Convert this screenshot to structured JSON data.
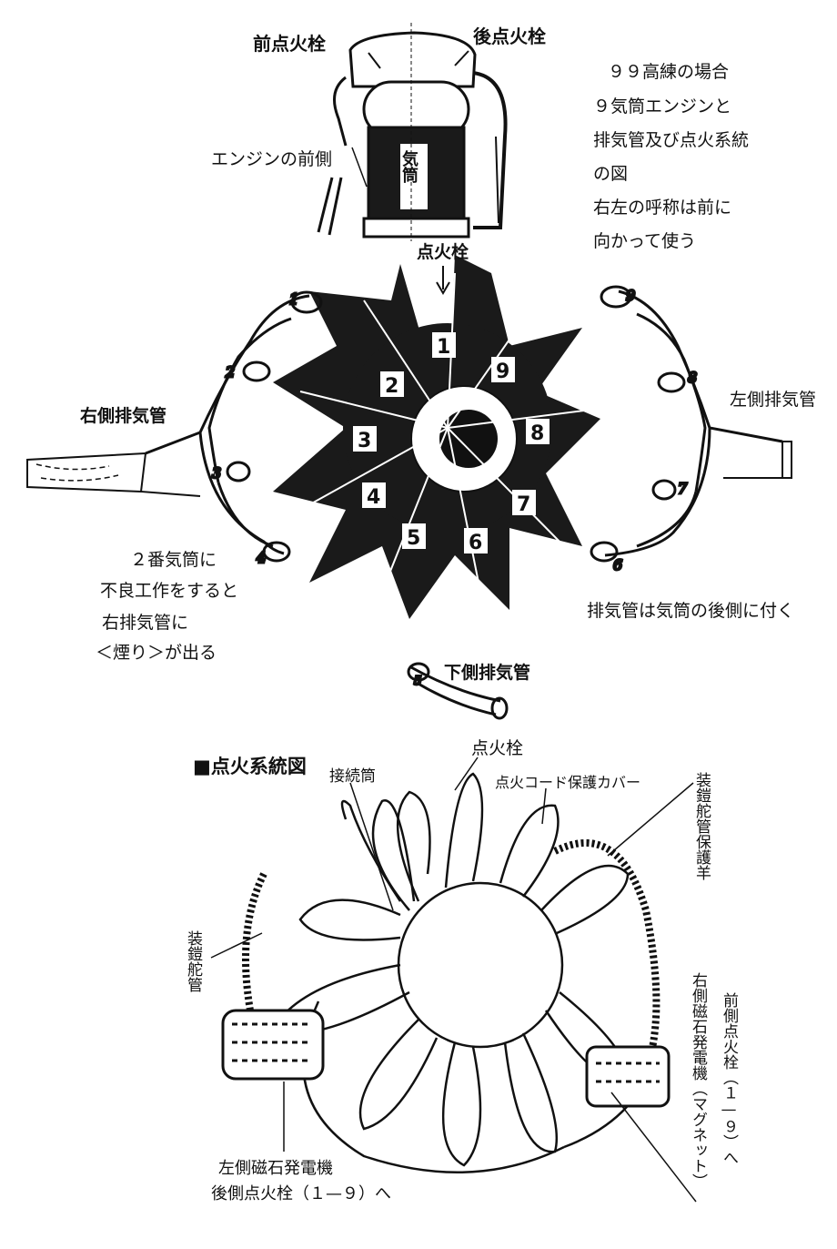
{
  "top": {
    "front_plug": "前点火栓",
    "rear_plug": "後点火栓",
    "engine_front": "エンジンの前側",
    "cylinder_mark": "気筒",
    "description": [
      "９９高練の場合",
      "９気筒エンジンと",
      "排気管及び点火系統",
      "の図",
      "右左の呼称は前に",
      "向かって使う"
    ]
  },
  "middle": {
    "spark_plug": "点火栓",
    "right_exhaust": "右側排気管",
    "left_exhaust": "左側排気管",
    "bottom_exhaust": "下側排気管",
    "exhaust_note": "排気管は気筒の後側に付く",
    "smoke_note": [
      "２番気筒に",
      "不良工作をすると",
      "右排気管に",
      "＜煙り＞が出る"
    ],
    "cylinders": [
      "1",
      "2",
      "3",
      "4",
      "5",
      "6",
      "7",
      "8",
      "9"
    ]
  },
  "ignition": {
    "title": "■点火系統図",
    "spark_plug": "点火栓",
    "junction": "接続筒",
    "cord_cover": "点火コード保護カバー",
    "armored_bracket": "装鎧舵管保護羊",
    "armored_conduit": "装鎧舵管",
    "right_magneto": "右側磁石発電機（マグネット）",
    "front_plug": "前側点火栓（１—９）へ",
    "left_magneto": "左側磁石発電機",
    "rear_plug": "後側点火栓（１—９）へ"
  }
}
